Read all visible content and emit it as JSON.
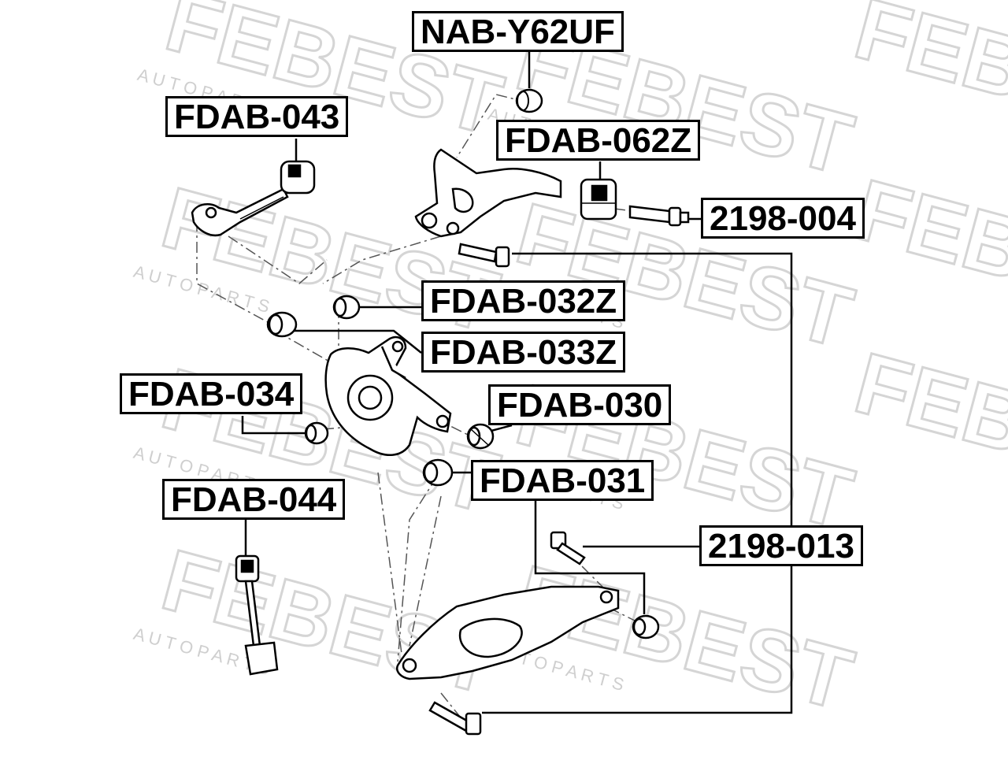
{
  "watermark": {
    "brand": "FEBEST",
    "tagline": "A U T O   P A R T S",
    "color": "#d7d7d7"
  },
  "labels": {
    "nab_y62uf": "NAB-Y62UF",
    "fdab_043": "FDAB-043",
    "fdab_062z": "FDAB-062Z",
    "p2198_004": "2198-004",
    "fdab_032z": "FDAB-032Z",
    "fdab_033z": "FDAB-033Z",
    "fdab_034": "FDAB-034",
    "fdab_030": "FDAB-030",
    "fdab_031": "FDAB-031",
    "fdab_044": "FDAB-044",
    "p2198_013": "2198-013"
  },
  "icons": [
    "bushing-icon",
    "bolt-icon",
    "control-arm-icon",
    "knuckle-icon",
    "toe-link-icon",
    "shock-mount-icon"
  ]
}
